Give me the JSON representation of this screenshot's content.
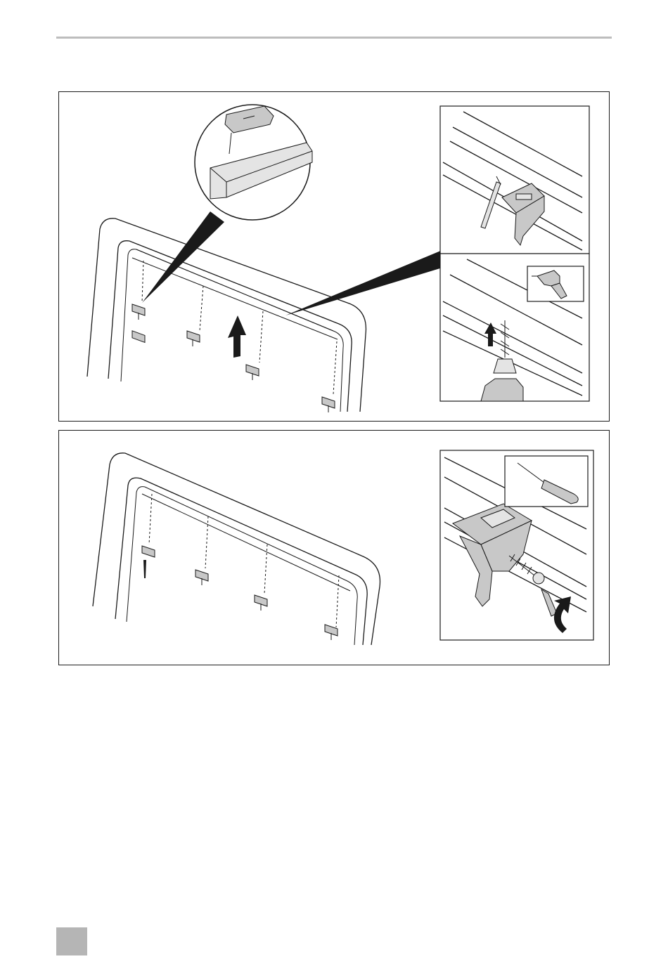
{
  "page": {
    "header_rule": "gray-horizontal-rule",
    "page_tab": "gray-page-tab",
    "accent_color": "#b5b5b5"
  },
  "figures": [
    {
      "id": "fig1",
      "content": [
        "window-frame-drawing",
        "mounting-clips",
        "magnifier-callout",
        "drill-detail",
        "drill-icon",
        "pencil-icon",
        "up-arrow-icon"
      ]
    },
    {
      "id": "fig2",
      "content": [
        "window-frame-drawing",
        "mounting-clips",
        "screw-detail",
        "screwdriver-icon",
        "rotate-arrow-icon"
      ]
    }
  ]
}
